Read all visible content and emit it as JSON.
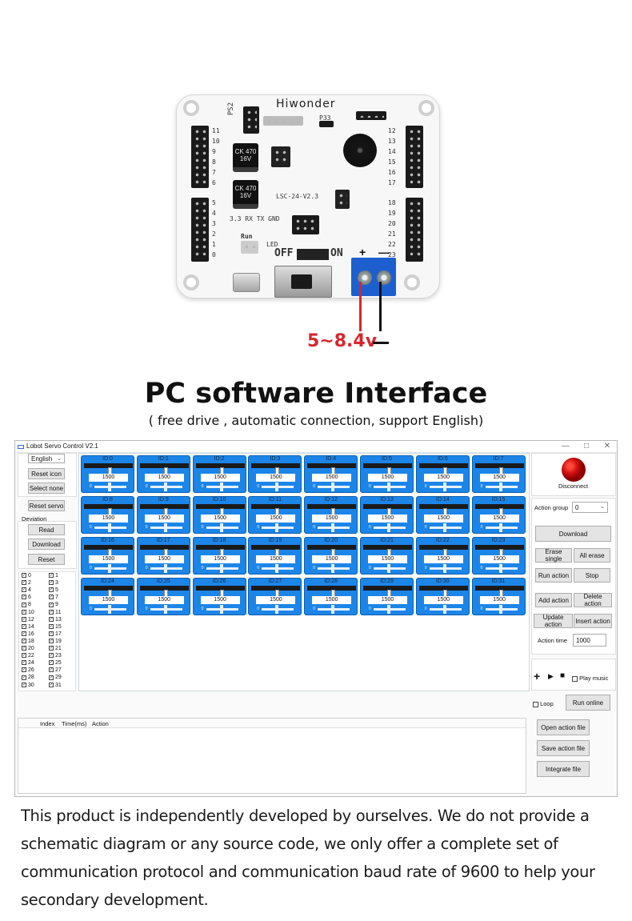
{
  "board": {
    "brand": "Hiwonder",
    "model": "LSC-24-V2.3",
    "ps2_label": "PS2",
    "p33_label": "P33",
    "cap_text": "CK\n470\n16V",
    "uart_label": "3.3 RX TX GND",
    "run_label": "Run",
    "led_label": "LED",
    "off_label": "OFF",
    "on_label": "ON",
    "plus_label": "+",
    "minus_label": "—",
    "pins_left_top": [
      "11",
      "10",
      "9",
      "8",
      "7",
      "6"
    ],
    "pins_left_bottom": [
      "5",
      "4",
      "3",
      "2",
      "1",
      "0"
    ],
    "pins_right_top": [
      "12",
      "13",
      "14",
      "15",
      "16",
      "17"
    ],
    "pins_right_bottom": [
      "18",
      "19",
      "20",
      "21",
      "22",
      "23"
    ],
    "power_label": "5~8.4v"
  },
  "heading": {
    "title": "PC software Interface",
    "subtitle": "( free drive , automatic connection, support English)"
  },
  "app": {
    "title": "Lobot Servo Control V2.1",
    "window_controls": [
      "—",
      "□",
      "✕"
    ],
    "language": "English",
    "buttons": {
      "reset_icon": "Reset icon",
      "select_none": "Select none",
      "reset_servo": "Reset servo",
      "read": "Read",
      "download_dev": "Download",
      "reset": "Reset",
      "disconnect": "Disconnect",
      "download": "Download",
      "erase_single": "Erase single",
      "all_erase": "All erase",
      "run_action": "Run action",
      "stop": "Stop",
      "add_action": "Add action",
      "delete_action": "Delete action",
      "update_action": "Update action",
      "insert_action": "Insert action",
      "run_online": "Run online",
      "open_action_file": "Open action file",
      "save_action_file": "Save action file",
      "integrate_file": "Integrate file"
    },
    "deviation_label": "Deviation",
    "action_group_label": "Action group",
    "action_group_value": "0",
    "action_time_label": "Action time",
    "action_time_value": "1000",
    "play_music_label": "Play music",
    "loop_label": "Loop",
    "media_icons": {
      "plus": "+",
      "play": "▶",
      "stop": "■"
    },
    "servo_checks": [
      "0",
      "1",
      "2",
      "3",
      "4",
      "5",
      "6",
      "7",
      "8",
      "9",
      "10",
      "11",
      "12",
      "13",
      "14",
      "15",
      "16",
      "17",
      "18",
      "19",
      "20",
      "21",
      "22",
      "23",
      "24",
      "25",
      "26",
      "27",
      "28",
      "29",
      "30",
      "31"
    ],
    "servos": [
      {
        "id": "ID:0",
        "value": "1500"
      },
      {
        "id": "ID:1",
        "value": "1500"
      },
      {
        "id": "ID:2",
        "value": "1500"
      },
      {
        "id": "ID:3",
        "value": "1500"
      },
      {
        "id": "ID:4",
        "value": "1500"
      },
      {
        "id": "ID:5",
        "value": "1500"
      },
      {
        "id": "ID:6",
        "value": "1500"
      },
      {
        "id": "ID:7",
        "value": "1500"
      },
      {
        "id": "ID:8",
        "value": "1500"
      },
      {
        "id": "ID:9",
        "value": "1500"
      },
      {
        "id": "ID:10",
        "value": "1500"
      },
      {
        "id": "ID:11",
        "value": "1500"
      },
      {
        "id": "ID:12",
        "value": "1500"
      },
      {
        "id": "ID:13",
        "value": "1500"
      },
      {
        "id": "ID:14",
        "value": "1500"
      },
      {
        "id": "ID:15",
        "value": "1500"
      },
      {
        "id": "ID:16",
        "value": "1500"
      },
      {
        "id": "ID:17",
        "value": "1500"
      },
      {
        "id": "ID:18",
        "value": "1500"
      },
      {
        "id": "ID:19",
        "value": "1500"
      },
      {
        "id": "ID:20",
        "value": "1500"
      },
      {
        "id": "ID:21",
        "value": "1500"
      },
      {
        "id": "ID:22",
        "value": "1500"
      },
      {
        "id": "ID:23",
        "value": "1500"
      },
      {
        "id": "ID:24",
        "value": "1500"
      },
      {
        "id": "ID:25",
        "value": "1500"
      },
      {
        "id": "ID:26",
        "value": "1500"
      },
      {
        "id": "ID:27",
        "value": "1500"
      },
      {
        "id": "ID:28",
        "value": "1500"
      },
      {
        "id": "ID:29",
        "value": "1500"
      },
      {
        "id": "ID:30",
        "value": "1500"
      },
      {
        "id": "ID:31",
        "value": "1500"
      }
    ],
    "servo_offset_label": "0",
    "table_headers": [
      "Index",
      "Time(ms)",
      "Action"
    ]
  },
  "description": "This product is independently developed by ourselves. We do not provide a schematic diagram or any source code, we only offer a complete set of communication protocol and communication baud rate of 9600 to help your secondary development.",
  "colors": {
    "accent": "#1c85e8",
    "power_red": "#d7262b",
    "terminal_blue": "#1d5fcf"
  }
}
